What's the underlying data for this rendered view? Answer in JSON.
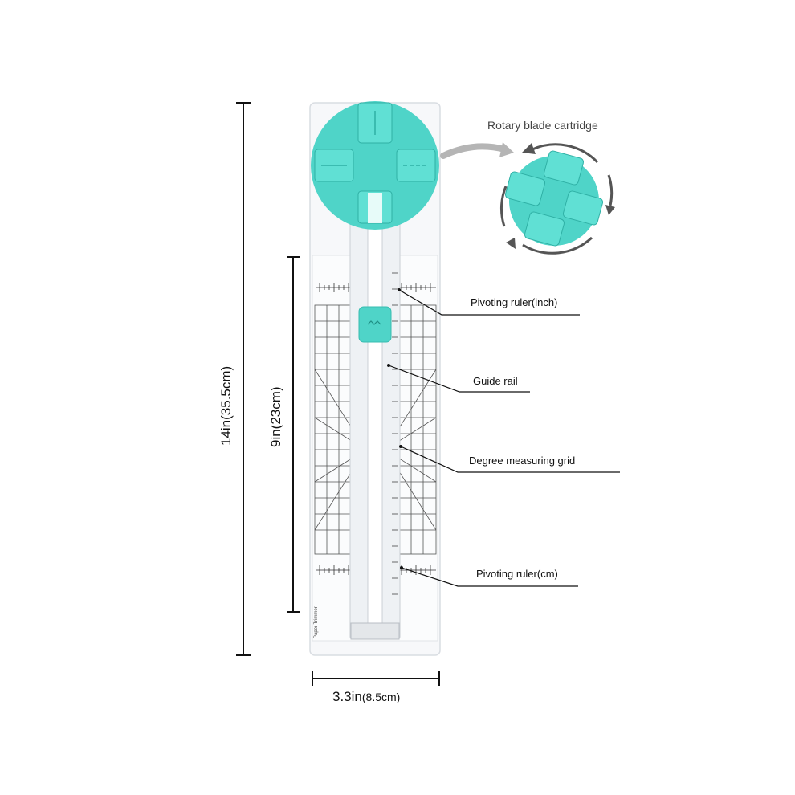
{
  "callouts": {
    "rotary": "Rotary blade cartridge",
    "inch": "Pivoting ruler(inch)",
    "rail": "Guide rail",
    "grid": "Degree measuring grid",
    "cm": "Pivoting ruler(cm)"
  },
  "dimensions": {
    "overall_main": "14in",
    "overall_sub": "(35.5cm)",
    "inner_main": "9in",
    "inner_sub": "(23cm)",
    "width_main": "3.3in",
    "width_sub": "(8.5cm)"
  },
  "product_text": {
    "brand": "Paper Trimmer"
  },
  "colors": {
    "accent": "#4fd4c8",
    "accent_dark": "#38bdb1",
    "outline": "#5a5a5a"
  }
}
